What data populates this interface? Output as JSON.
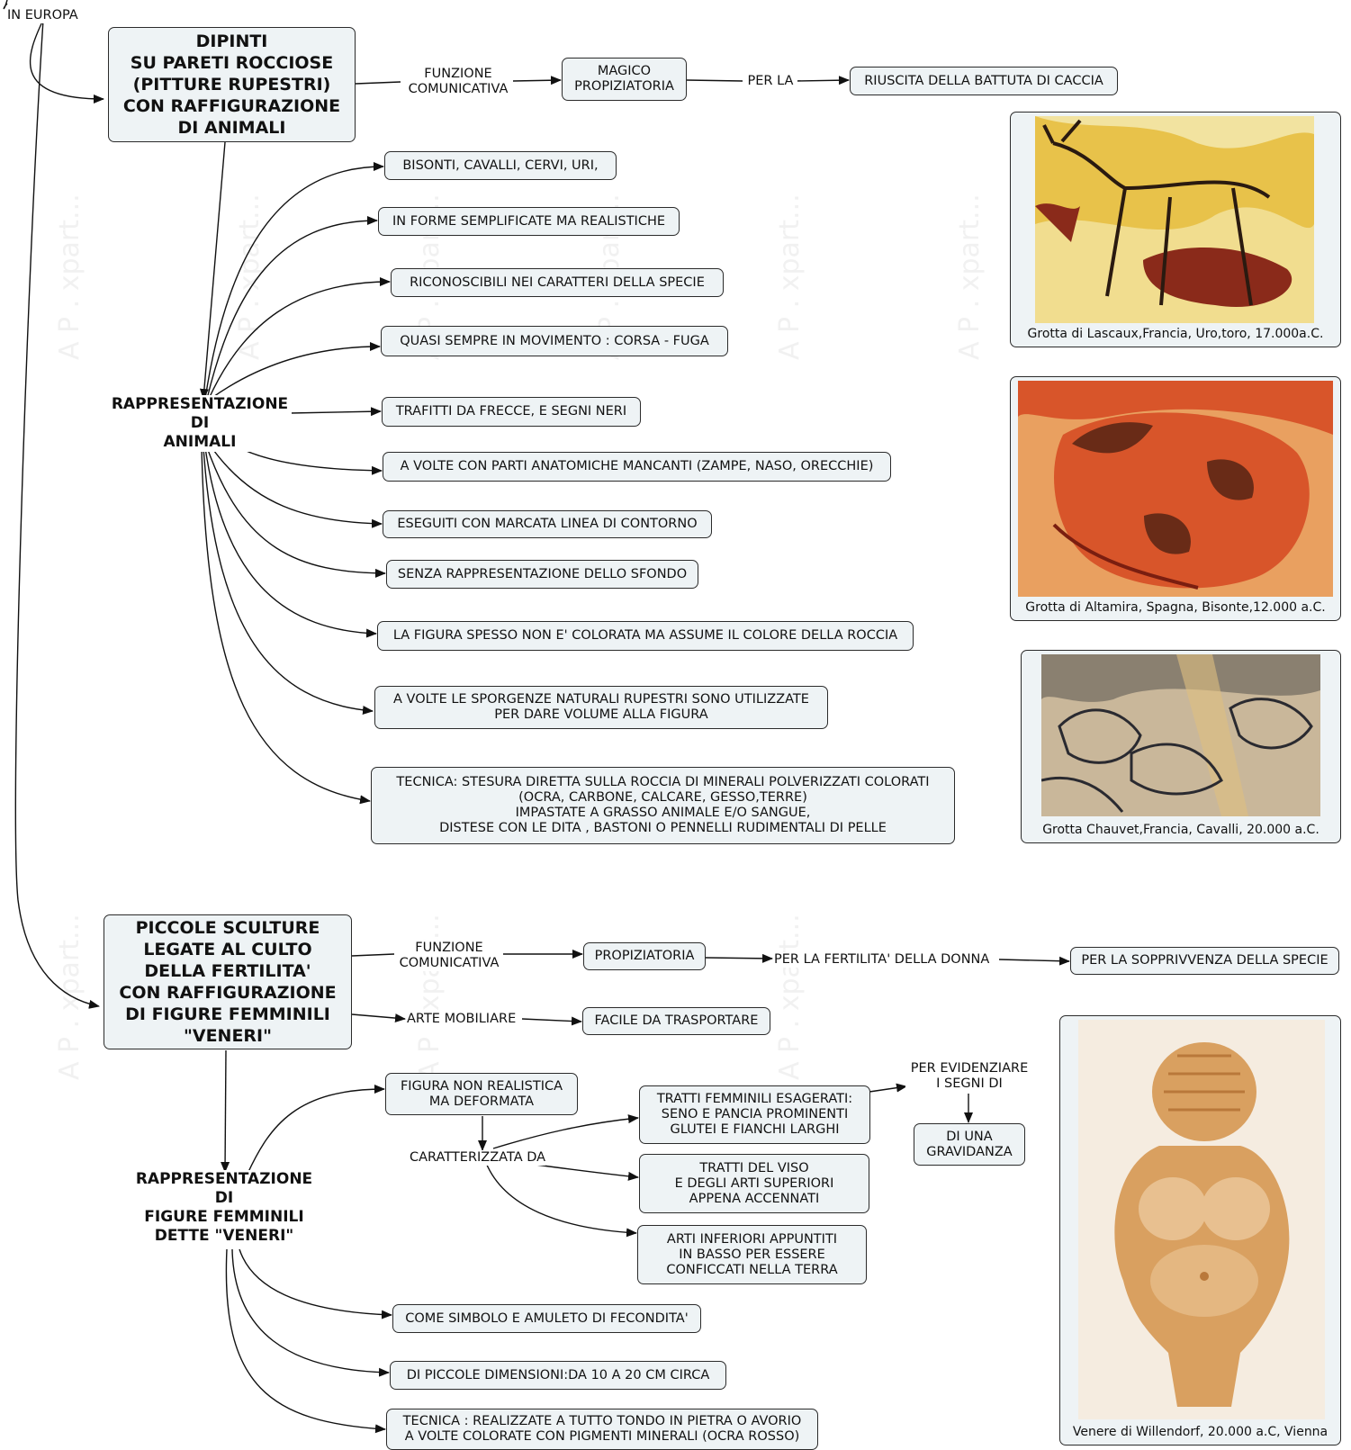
{
  "top_label": "IN EUROPA",
  "section1": {
    "title": "DIPINTI\nSU PARETI ROCCIOSE\n(PITTURE RUPESTRI)\nCON RAFFIGURAZIONE\nDI ANIMALI",
    "funzione_label": "FUNZIONE\nCOMUNICATIVA",
    "magico": "MAGICO\nPROPIZIATORIA",
    "per_la": "PER  LA",
    "riuscita": "RIUSCITA DELLA BATTUTA DI CACCIA",
    "rappresentazione": "RAPPRESENTAZIONE\nDI\nANIMALI",
    "items": [
      "BISONTI, CAVALLI, CERVI, URI,",
      "IN FORME SEMPLIFICATE MA REALISTICHE",
      "RICONOSCIBILI NEI  CARATTERI DELLA SPECIE",
      "QUASI SEMPRE IN MOVIMENTO : CORSA - FUGA",
      "TRAFITTI DA FRECCE, E SEGNI NERI",
      "A VOLTE CON PARTI ANATOMICHE MANCANTI (ZAMPE, NASO, ORECCHIE)",
      "ESEGUITI CON MARCATA LINEA DI CONTORNO",
      "SENZA RAPPRESENTAZIONE DELLO SFONDO",
      "LA FIGURA SPESSO NON E' COLORATA MA ASSUME IL COLORE DELLA ROCCIA",
      "A VOLTE LE SPORGENZE NATURALI RUPESTRI SONO UTILIZZATE\nPER DARE VOLUME ALLA FIGURA",
      "TECNICA: STESURA DIRETTA SULLA ROCCIA DI MINERALI POLVERIZZATI COLORATI\n(OCRA, CARBONE, CALCARE, GESSO,TERRE)\nIMPASTATE A GRASSO ANIMALE E/O SANGUE,\nDISTESE CON LE DITA , BASTONI O PENNELLI RUDIMENTALI DI PELLE"
    ]
  },
  "section2": {
    "title": "PICCOLE SCULTURE\nLEGATE AL CULTO\nDELLA FERTILITA'\nCON RAFFIGURAZIONE\nDI FIGURE FEMMINILI\n\"VENERI\"",
    "funzione_label": "FUNZIONE\nCOMUNICATIVA",
    "propiziatoria": "PROPIZIATORIA",
    "fertilita_label": "PER LA FERTILITA'  DELLA DONNA",
    "sopravvivenza": "PER LA SOPPRIVVENZA DELLA SPECIE",
    "arte_mobiliare": "ARTE MOBILIARE",
    "facile": "FACILE DA TRASPORTARE",
    "figura": "FIGURA NON REALISTICA\nMA DEFORMATA",
    "caratterizzata": "CARATTERIZZATA DA",
    "tratti_femm": "TRATTI FEMMINILI ESAGERATI:\nSENO E PANCIA PROMINENTI\nGLUTEI E FIANCHI LARGHI",
    "tratti_viso": "TRATTI DEL VISO\nE DEGLI ARTI SUPERIORI\nAPPENA ACCENNATI",
    "arti_inf": "ARTI INFERIORI APPUNTITI\nIN BASSO  PER ESSERE\nCONFICCATI  NELLA TERRA",
    "evidenziare": "PER EVIDENZIARE\nI SEGNI DI",
    "gravidanza": "DI UNA\nGRAVIDANZA",
    "rappresentazione": "RAPPRESENTAZIONE\nDI\nFIGURE FEMMINILI\nDETTE \"VENERI\"",
    "items": [
      "COME SIMBOLO E AMULETO DI FECONDITA'",
      "DI PICCOLE DIMENSIONI:DA 10 A 20 CM CIRCA",
      "TECNICA : REALIZZATE A TUTTO TONDO IN PIETRA O AVORIO\nA VOLTE COLORATE CON PIGMENTI MINERALI (OCRA ROSSO)"
    ]
  },
  "photos": [
    {
      "caption": "Grotta di Lascaux,Francia, Uro,toro, 17.000a.C.",
      "palette": [
        "#e8c24a",
        "#f2e3a0",
        "#8a2a1a",
        "#2a1a10"
      ]
    },
    {
      "caption": "Grotta di Altamira, Spagna, Bisonte,12.000 a.C.",
      "palette": [
        "#d8552a",
        "#e9a060",
        "#7a1e10",
        "#3a1a10"
      ]
    },
    {
      "caption": "Grotta Chauvet,Francia, Cavalli, 20.000 a.C.",
      "palette": [
        "#c9b79a",
        "#8a8070",
        "#2a2a30",
        "#e0c080"
      ]
    },
    {
      "caption": "Venere di Willendorf, 20.000 a.C, Vienna",
      "palette": [
        "#f5ece0",
        "#d9a060",
        "#b9783a",
        "#e8c090"
      ]
    }
  ],
  "watermark": "A P . xpart..."
}
